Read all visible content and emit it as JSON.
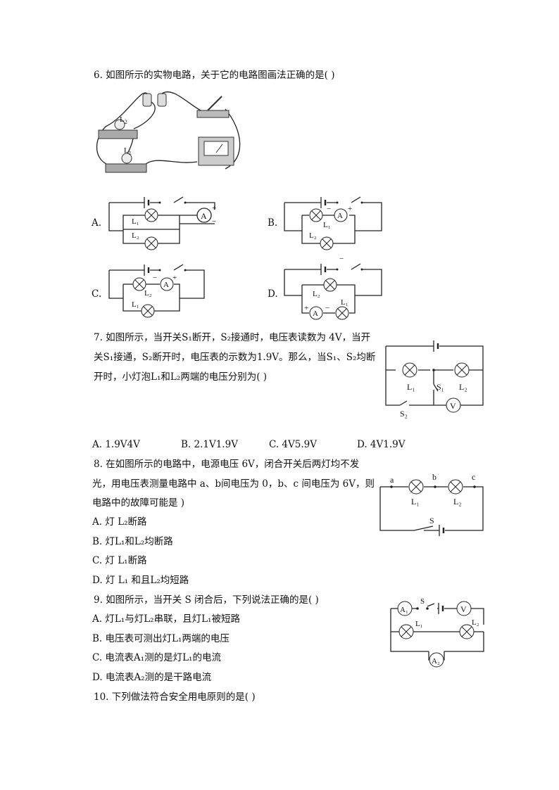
{
  "q6": {
    "stem": "6.   如图所示的实物电路，关于它的电路图画法正确的是(    )",
    "photo_labels": {
      "l2": "L",
      "l2_sub": "2",
      "l1": "L",
      "l1_sub": "1"
    },
    "options": {
      "a": "A.",
      "b": "B.",
      "c": "C.",
      "d": "D."
    }
  },
  "q7": {
    "stem_line1": "7.   如图所示，当开关S₁断开，S₂接通时，电压表读数为 4V，当开",
    "stem_line2": "关S₁接通，S₂断开时，电压表的示数为1.9V。那么，当S₁、S₂均断",
    "stem_line3": "开时，小灯泡L₁和L₂两端的电压分别为(    )",
    "options": {
      "a": "A.  1.9V4V",
      "b": "B.  2.1V1.9V",
      "c": "C.  4V5.9V",
      "d": "D.  4V1.9V"
    }
  },
  "q8": {
    "stem_line1": "8.   在如图所示的电路中，电源电压 6V，闭合开关后两灯均不发",
    "stem_line2": "光，用电压表测量电路中 a、b间电压为 0，b、c 间电压为 6V，则",
    "stem_line3": "电路中的故障可能是    )",
    "options": {
      "a": "A.  灯 L₂断路",
      "b": "B.  灯L₁和L₂均断路",
      "c": "C.  灯 L₁断路",
      "d": "D.  灯 L₁ 和且L₂均短路"
    }
  },
  "q9": {
    "stem": "9.   如图所示，当开关 S 闭合后，下列说法正确的是(    )",
    "options": {
      "a": "A.  灯L₁与灯L₂串联，且灯L₁被短路",
      "b": "B.  电压表可测出灯L₁两端的电压",
      "c": "C.  电流表A₁测的是灯L₁的电流",
      "d": "D.  电流表A₂测的是干路电流"
    }
  },
  "q10": {
    "stem": "10.    下列做法符合安全用电原则的是(    )"
  },
  "symbols": {
    "ammeter": "A",
    "voltmeter": "V",
    "plus": "+",
    "minus": "−",
    "L1": "L₁",
    "L2": "L₂",
    "S": "S",
    "S1": "S₁",
    "S2": "S₂",
    "A1": "A₁",
    "A2": "A₂",
    "a": "a",
    "b": "b",
    "c": "c"
  }
}
